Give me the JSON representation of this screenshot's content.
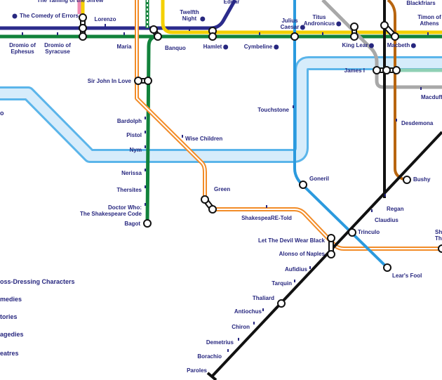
{
  "colors": {
    "text": "#27277f",
    "comedies_navy": "#2b2b8c",
    "green": "#11823b",
    "yellow": "#f4d000",
    "orange": "#f28c28",
    "blue": "#2b9ade",
    "river": "#d6ecfb",
    "river_edge": "#5bb5ea",
    "grey": "#a8a8a8",
    "black": "#111111",
    "brown": "#b8650f",
    "teal": "#8fd0b4",
    "pink": "#f08ab0"
  },
  "stations": [
    {
      "label": "The Comedy of Errors",
      "icon": "shield-icon"
    },
    {
      "label": "Lorenzo"
    },
    {
      "label": "Dromio of\nEphesus"
    },
    {
      "label": "Dromio of\nSyracuse"
    },
    {
      "label": "Maria"
    },
    {
      "label": "Banquo"
    },
    {
      "label": "Twelfth\nNight",
      "icon": "shield-icon"
    },
    {
      "label": "Edgar"
    },
    {
      "label": "Hamlet",
      "icon": "skull-icon"
    },
    {
      "label": "Cymbeline",
      "icon": "skull-icon"
    },
    {
      "label": "Julius\nCaesar",
      "icon": "skull-icon"
    },
    {
      "label": "Titus\nAndronicus",
      "icon": "skull-icon"
    },
    {
      "label": "King Lear",
      "icon": "skull-icon"
    },
    {
      "label": "Blackfriars"
    },
    {
      "label": "Timon of\nAthens"
    },
    {
      "label": "Macbeth",
      "icon": "skull-icon"
    },
    {
      "label": "James I"
    },
    {
      "label": "Macduff"
    },
    {
      "label": "Sir John In Love"
    },
    {
      "label": "Touchstone"
    },
    {
      "label": "Desdemona"
    },
    {
      "label": "Bardolph"
    },
    {
      "label": "Pistol"
    },
    {
      "label": "Wise Children"
    },
    {
      "label": "Nym"
    },
    {
      "label": "Nerissa"
    },
    {
      "label": "Thersites"
    },
    {
      "label": "Goneril"
    },
    {
      "label": "Bushy"
    },
    {
      "label": "Doctor Who:\nThe Shakespeare Code"
    },
    {
      "label": "Green"
    },
    {
      "label": "Regan"
    },
    {
      "label": "ShakespeaRE-Told"
    },
    {
      "label": "Claudius"
    },
    {
      "label": "Bagot"
    },
    {
      "label": "Trinculo"
    },
    {
      "label": "Let The Devil Wear Black"
    },
    {
      "label": "Shake\nThe Anim"
    },
    {
      "label": "Alonso of Naples"
    },
    {
      "label": "Aufidius"
    },
    {
      "label": "Lear's Fool"
    },
    {
      "label": "Tarquin"
    },
    {
      "label": "Thaliard"
    },
    {
      "label": "Antiochus"
    },
    {
      "label": "Chiron"
    },
    {
      "label": "Demetrius"
    },
    {
      "label": "Borachio"
    },
    {
      "label": "Paroles"
    },
    {
      "label": "The Taming of the Shrew"
    }
  ],
  "legend": [
    {
      "label": "oss-Dressing Characters"
    },
    {
      "label": "medies"
    },
    {
      "label": "tories"
    },
    {
      "label": "agedies"
    },
    {
      "label": "eatres"
    }
  ],
  "left_edge_label": "o"
}
